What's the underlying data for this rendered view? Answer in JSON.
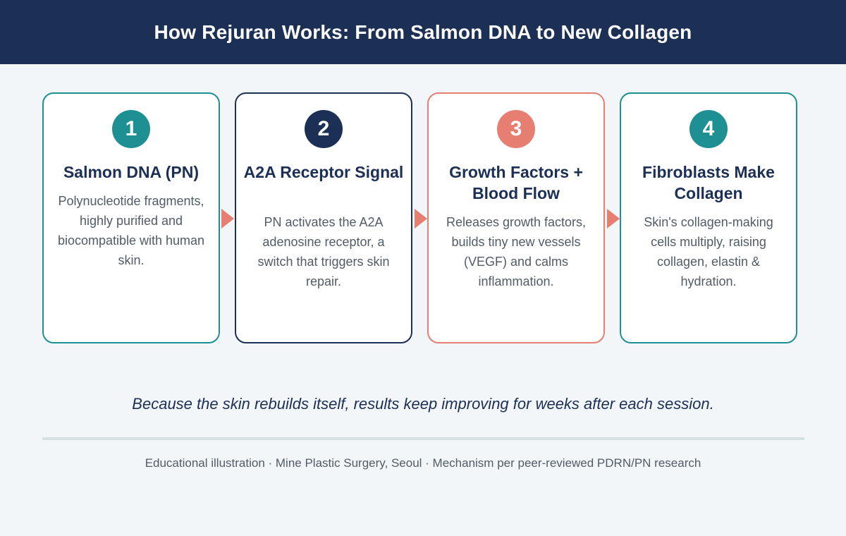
{
  "header": {
    "title": "How Rejuran Works: From Salmon DNA to New Collagen"
  },
  "steps": [
    {
      "number": "1",
      "title": "Salmon DNA (PN)",
      "description": "Polynucleotide fragments, highly purified and biocompatible with human skin.",
      "color": "#1e8f93"
    },
    {
      "number": "2",
      "title": "A2A Receptor Signal",
      "description": "PN activates the A2A adenosine receptor, a switch that triggers skin repair.",
      "color": "#1c2f55"
    },
    {
      "number": "3",
      "title": "Growth Factors + Blood Flow",
      "description": "Releases growth factors, builds tiny new vessels (VEGF) and calms inflammation.",
      "color": "#e67e72"
    },
    {
      "number": "4",
      "title": "Fibroblasts Make Collagen",
      "description": "Skin's collagen-making cells multiply, raising collagen, elastin & hydration.",
      "color": "#1e8f93"
    }
  ],
  "arrow_color": "#e67e72",
  "summary": "Because the skin rebuilds itself, results keep improving for weeks after each session.",
  "footer": {
    "credit": "Educational illustration · Mine Plastic Surgery, Seoul · Mechanism per peer-reviewed PDRN/PN research"
  }
}
